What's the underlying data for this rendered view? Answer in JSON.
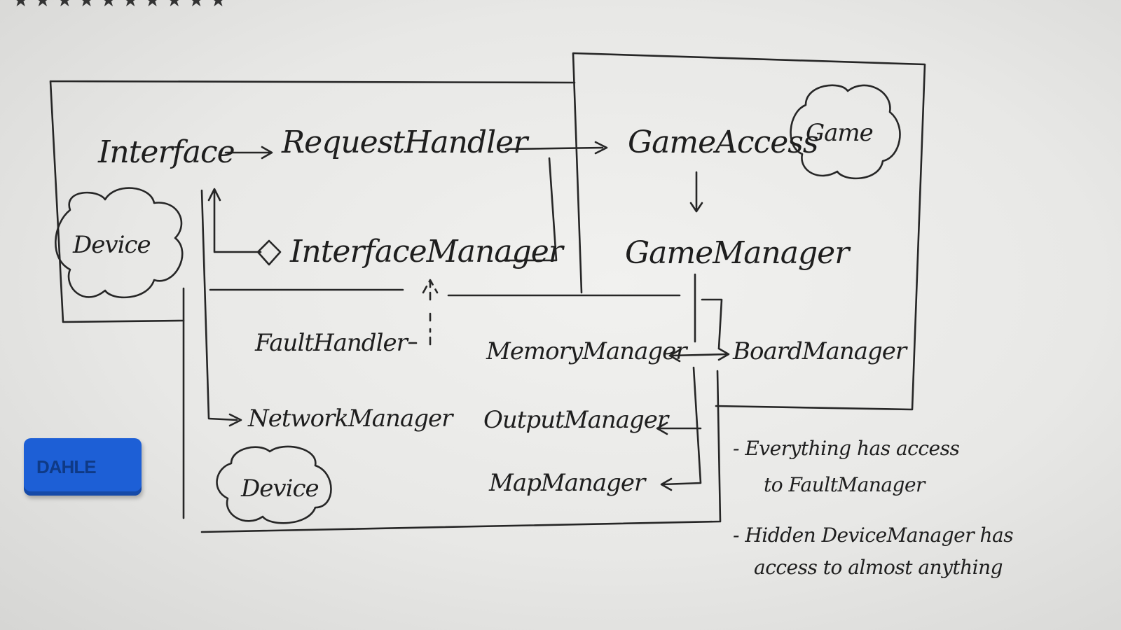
{
  "whiteboard": {
    "labels": {
      "interface": "Interface",
      "request_handler": "RequestHandler",
      "game_access": "GameAccess",
      "game": "Game",
      "device_top": "Device",
      "interface_manager": "InterfaceManager",
      "game_manager": "GameManager",
      "fault_handler": "FaultHandler",
      "memory_manager": "MemoryManager",
      "board_manager": "BoardManager",
      "network_manager": "NetworkManager",
      "output_manager": "OutputManager",
      "map_manager": "MapManager",
      "device_bottom": "Device"
    },
    "notes": {
      "note1_line1": "- Everything has access",
      "note1_line2": "to FaultManager",
      "note2_line1": "- Hidden DeviceManager has",
      "note2_line2": "access to almost anything"
    },
    "eraser_brand": "DAHLE"
  }
}
